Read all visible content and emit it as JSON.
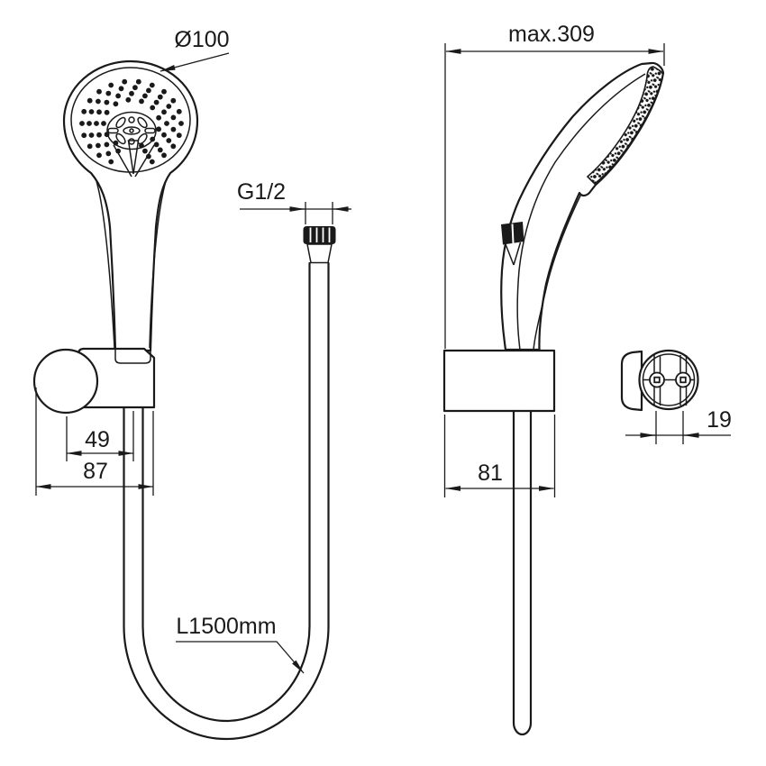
{
  "page": {
    "background": "#ffffff",
    "line_color": "#1a1a1a",
    "description": "Technical dimensional drawing of a hand shower set: front view, side view and wall-bracket rear view"
  },
  "dimensions": {
    "head_diameter": {
      "label": "Ø100"
    },
    "hose_thread": {
      "label": "G1/2"
    },
    "max_height": {
      "label": "max.309"
    },
    "holder_width_inner": {
      "label": "49"
    },
    "holder_width_outer": {
      "label": "87"
    },
    "holder_depth": {
      "label": "81"
    },
    "screw_hole_spacing": {
      "label": "19"
    },
    "hose_length": {
      "label": "L1500mm"
    }
  }
}
